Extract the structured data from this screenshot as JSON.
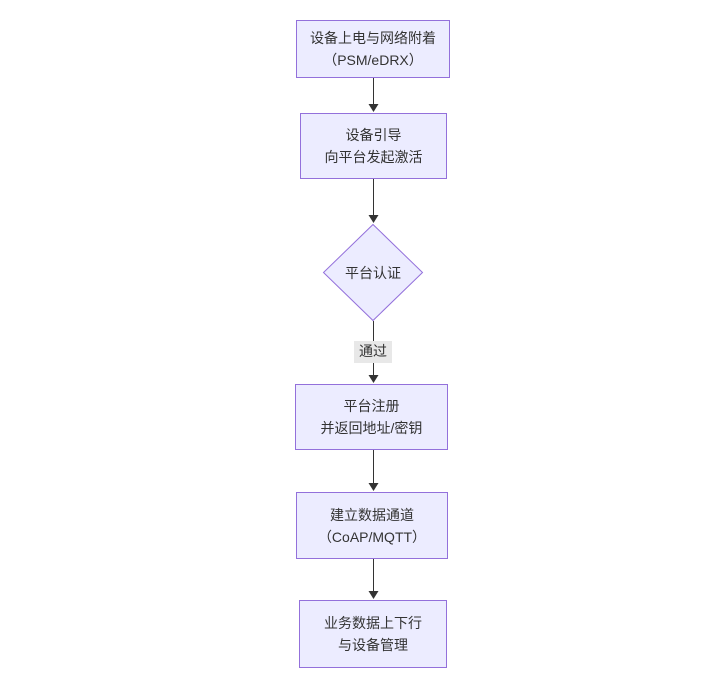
{
  "diagram": {
    "type": "flowchart",
    "direction": "top-down",
    "colors": {
      "background": "#ffffff",
      "node_fill": "#ECECFF",
      "node_border": "#9370DB",
      "edge": "#333333",
      "text": "#333333",
      "edge_label_bg": "#e8e8e8"
    },
    "nodes": [
      {
        "shape": "rect",
        "lines": [
          "设备上电与网络附着",
          "（PSM/eDRX）"
        ]
      },
      {
        "shape": "rect",
        "lines": [
          "设备引导",
          "向平台发起激活"
        ]
      },
      {
        "shape": "diamond",
        "lines": [
          "平台认证"
        ]
      },
      {
        "shape": "rect",
        "lines": [
          "平台注册",
          "并返回地址/密钥"
        ]
      },
      {
        "shape": "rect",
        "lines": [
          "建立数据通道",
          "（CoAP/MQTT）"
        ]
      },
      {
        "shape": "rect",
        "lines": [
          "业务数据上下行",
          "与设备管理"
        ]
      }
    ],
    "edges": [
      {
        "from": 0,
        "to": 1,
        "label": ""
      },
      {
        "from": 1,
        "to": 2,
        "label": ""
      },
      {
        "from": 2,
        "to": 3,
        "label": "通过"
      },
      {
        "from": 3,
        "to": 4,
        "label": ""
      },
      {
        "from": 4,
        "to": 5,
        "label": ""
      }
    ]
  }
}
